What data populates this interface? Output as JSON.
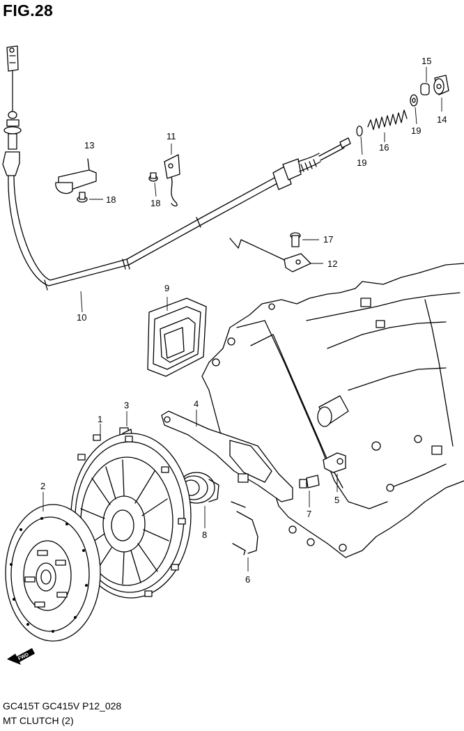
{
  "title": "FIG.28",
  "footer": {
    "model_code": "GC415T GC415V P12_028",
    "section_name": "MT CLUTCH (2)"
  },
  "fwd_label": "FWD",
  "callouts": [
    "1",
    "2",
    "3",
    "4",
    "5",
    "6",
    "7",
    "8",
    "9",
    "10",
    "11",
    "12",
    "13",
    "14",
    "15",
    "16",
    "17",
    "18",
    "18",
    "19",
    "19"
  ]
}
